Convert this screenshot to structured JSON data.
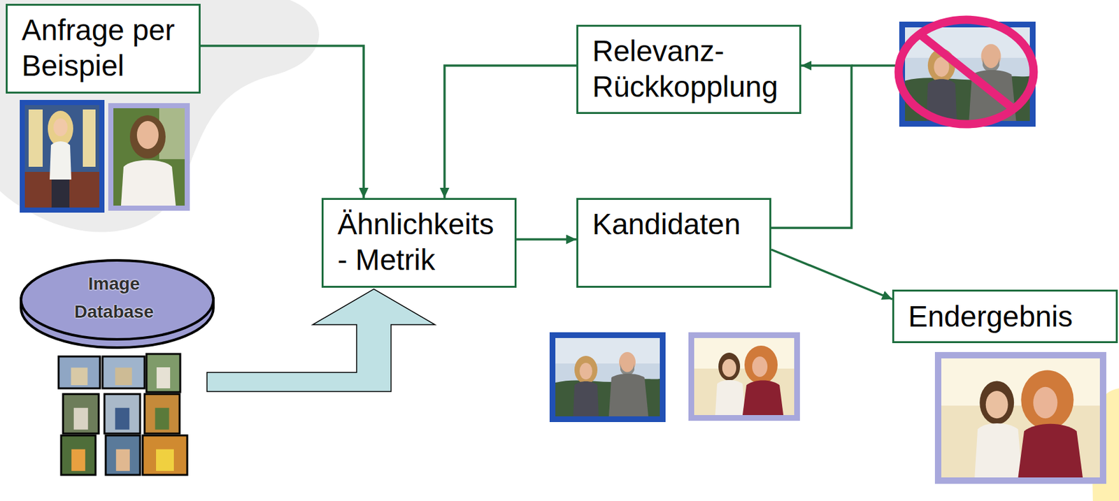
{
  "diagram": {
    "nodes": [
      {
        "text": [
          "Anfrage per Beispiel"
        ]
      },
      {
        "text": [
          "Relevanz- Rückkopplung"
        ]
      },
      {
        "text": [
          "Ähnlichkeits - Metrik"
        ]
      },
      {
        "text": [
          "Kandidaten"
        ]
      },
      {
        "text": [
          "Image Database"
        ]
      },
      {
        "text": [
          "Endergebnis"
        ]
      }
    ],
    "edges": [
      {
        "from": 0,
        "to": 2,
        "arrow": "to"
      },
      {
        "from": 1,
        "to": 2,
        "arrow": "to"
      },
      {
        "from": 2,
        "to": 3,
        "arrow": "to"
      },
      {
        "from": 3,
        "to": 1,
        "arrow": "to"
      },
      {
        "from": 3,
        "to": 5,
        "arrow": "to"
      },
      {
        "from": 4,
        "to": 2,
        "arrow": "to"
      }
    ]
  }
}
